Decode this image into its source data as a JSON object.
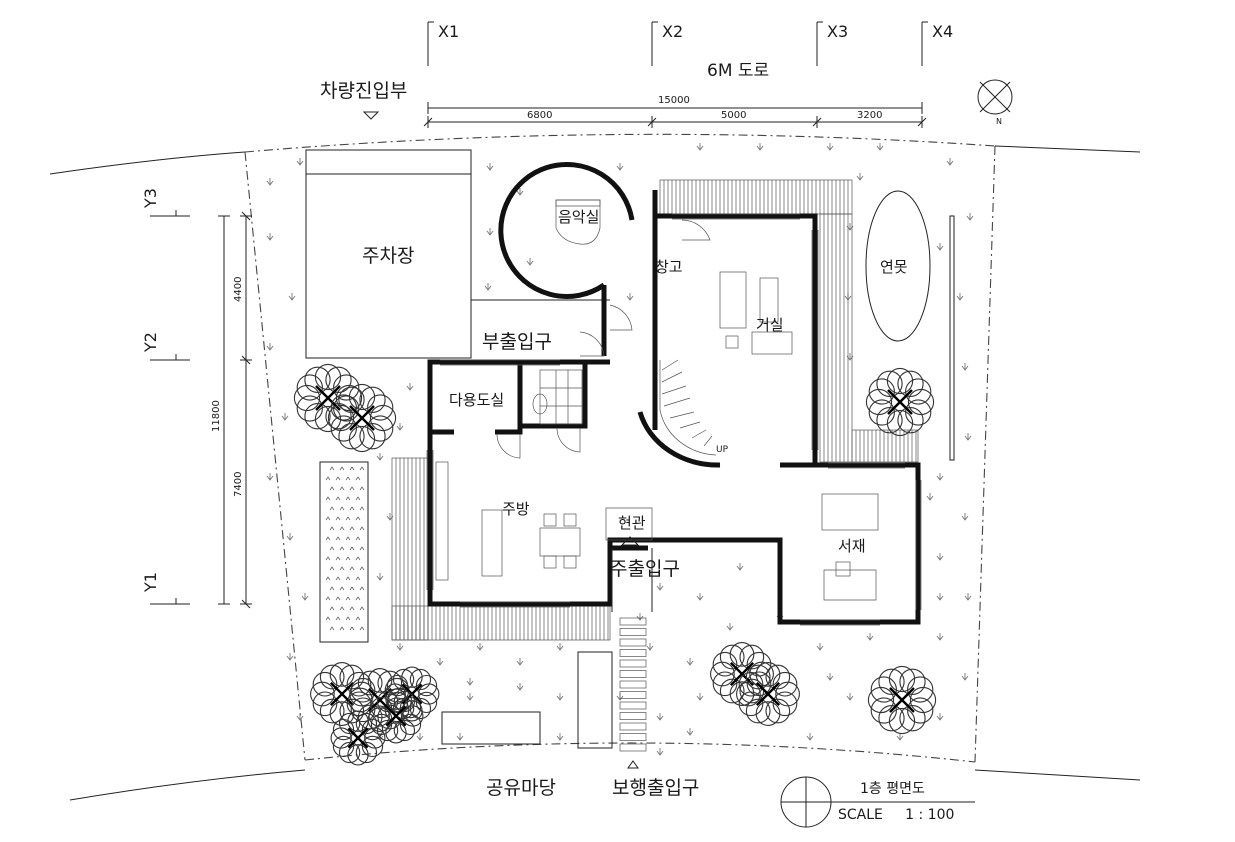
{
  "labels": {
    "road": "6M 도로",
    "vehicle_entrance": "차량진입부",
    "parking": "주차장",
    "music_room": "음악실",
    "storage": "창고",
    "living_room": "거실",
    "pond": "연못",
    "side_entrance": "부출입구",
    "utility_room": "다용도실",
    "kitchen": "주방",
    "foyer": "현관",
    "main_entrance": "주출입구",
    "study": "서재",
    "stair_up": "UP",
    "shared_yard": "공유마당",
    "pedestrian_entrance": "보행출입구",
    "drawing_title": "1층 평면도",
    "scale": "SCALE     1 : 100"
  },
  "axes": {
    "x": [
      "X1",
      "X2",
      "X3",
      "X4"
    ],
    "y": [
      "Y3",
      "Y2",
      "Y1"
    ]
  },
  "dimensions": {
    "top_total": "15000",
    "top_segments": [
      "6800",
      "5000",
      "3200"
    ],
    "left_total": "11800",
    "left_segments": [
      "4400",
      "7400"
    ]
  },
  "north_marker": "N"
}
